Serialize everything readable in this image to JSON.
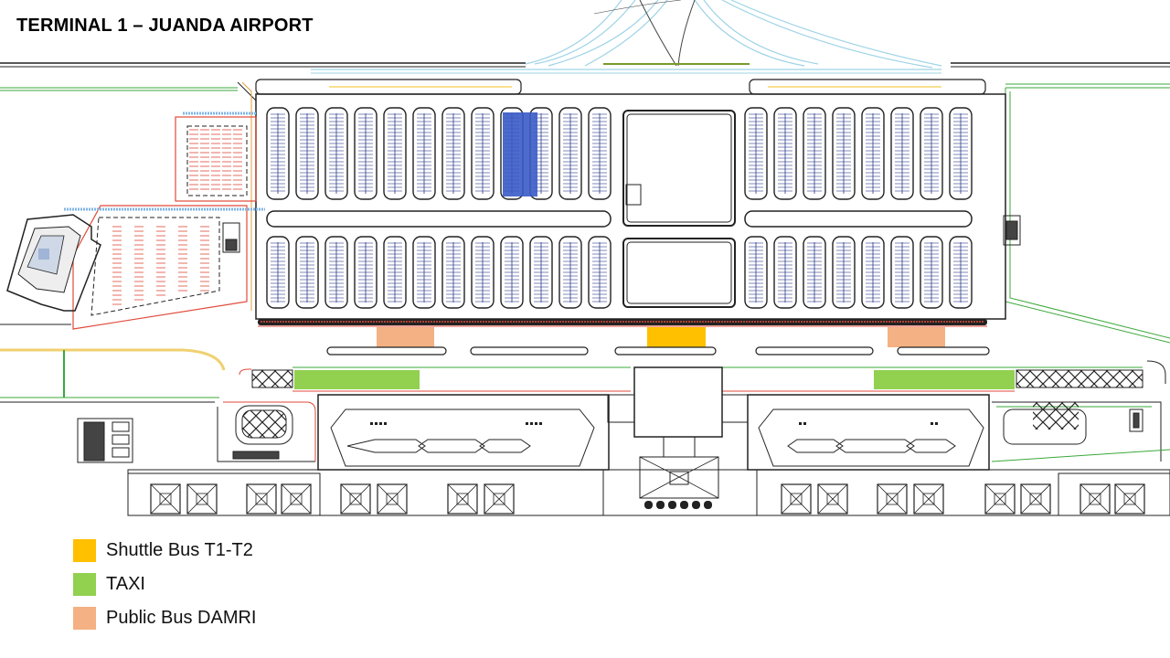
{
  "title": "TERMINAL 1 – JUANDA AIRPORT",
  "colors": {
    "shuttle": "#FFC000",
    "taxi": "#92D050",
    "damri": "#F4B183",
    "parking_line": "#2b3a8c",
    "road": "#9fd3e6",
    "red_line": "#e04a3a",
    "green_line": "#3aa83a"
  },
  "legend": [
    {
      "label": "Shuttle Bus T1-T2",
      "color": "#FFC000"
    },
    {
      "label": "TAXI",
      "color": "#92D050"
    },
    {
      "label": "Public Bus DAMRI",
      "color": "#F4B183"
    }
  ]
}
